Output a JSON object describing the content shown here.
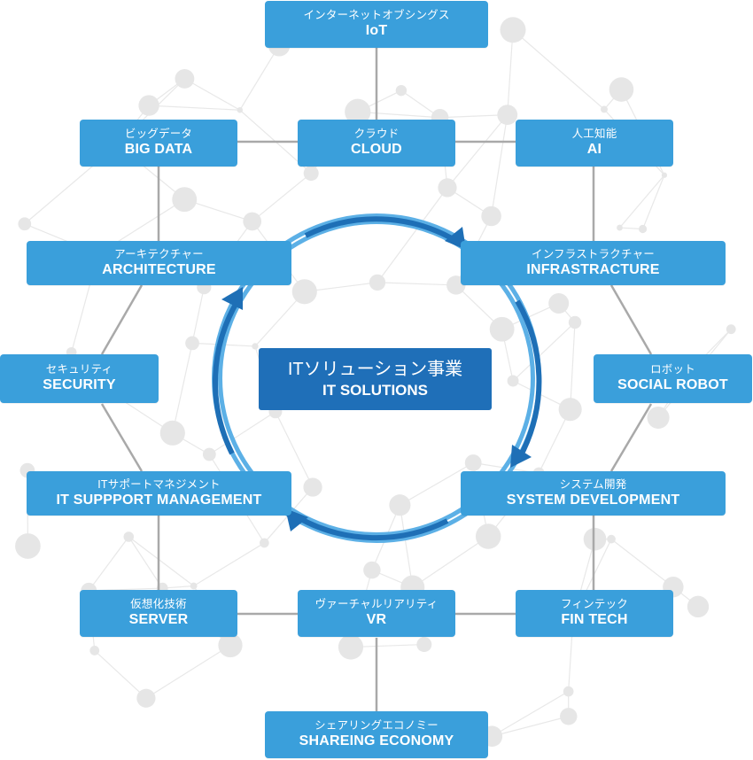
{
  "center": {
    "jp": "ITソリューション事業",
    "en": "IT SOLUTIONS"
  },
  "nodes": {
    "iot": {
      "jp": "インターネットオブシングス",
      "en": "IoT"
    },
    "bigdata": {
      "jp": "ビッグデータ",
      "en": "BIG DATA"
    },
    "cloud": {
      "jp": "クラウド",
      "en": "CLOUD"
    },
    "ai": {
      "jp": "人工知能",
      "en": "AI"
    },
    "architecture": {
      "jp": "アーキテクチャー",
      "en": "ARCHITECTURE"
    },
    "infrastructure": {
      "jp": "インフラストラクチャー",
      "en": "INFRASTRACTURE"
    },
    "security": {
      "jp": "セキュリティ",
      "en": "SECURITY"
    },
    "robot": {
      "jp": "ロボット",
      "en": "SOCIAL ROBOT"
    },
    "itsupport": {
      "jp": "ITサポートマネジメント",
      "en": "IT SUPPPORT MANAGEMENT"
    },
    "sysdev": {
      "jp": "システム開発",
      "en": "SYSTEM DEVELOPMENT"
    },
    "server": {
      "jp": "仮想化技術",
      "en": "SERVER"
    },
    "vr": {
      "jp": "ヴァーチャルリアリティ",
      "en": "VR"
    },
    "fintech": {
      "jp": "フィンテック",
      "en": "FIN TECH"
    },
    "sharing": {
      "jp": "シェアリングエコノミー",
      "en": "SHAREING ECONOMY"
    }
  },
  "colors": {
    "node": "#3a9fdb",
    "center": "#1f6fb8",
    "ring_light": "#5cb0e6",
    "ring_dark": "#1e6fb6",
    "connector": "#a9a9a9",
    "network": "#e6e6e6"
  },
  "icons": [
    "cycle-arrow-icon"
  ]
}
